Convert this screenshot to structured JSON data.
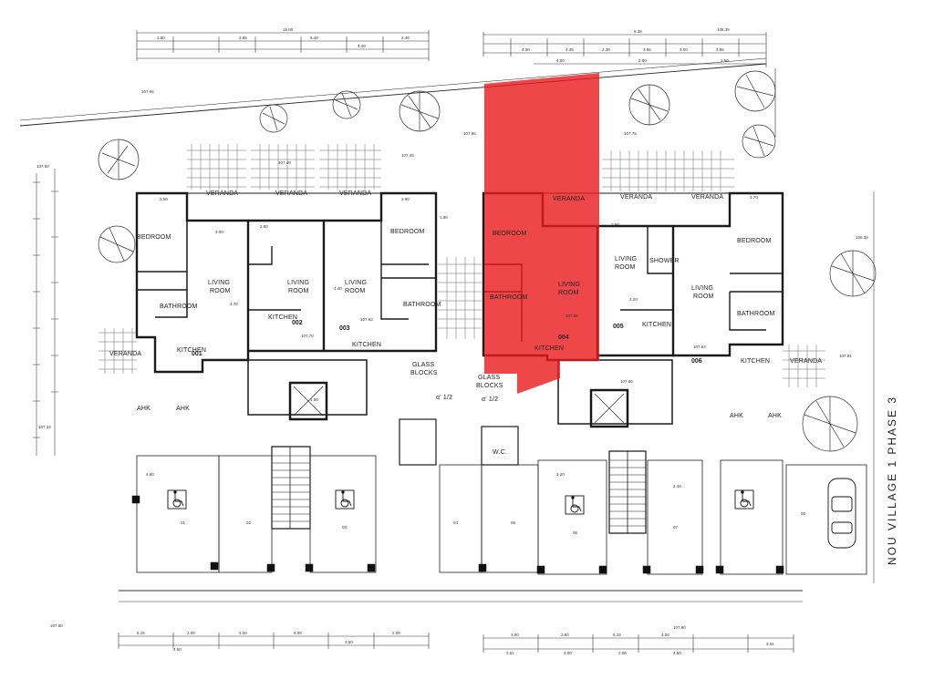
{
  "colors": {
    "highlight": "#e8191d",
    "wall": "#1a1a1a",
    "grid": "#444444",
    "paper": "#ffffff"
  },
  "labels": {
    "bedroom_a": "BEDROOM",
    "bedroom_b": "BEDROOM",
    "bedroom_c": "BEDROOM",
    "bedroom_d": "BEDROOM",
    "living_a": "LIVING",
    "room_a": "ROOM",
    "living_b": "LIVING",
    "room_b": "ROOM",
    "living_c": "LIVING",
    "room_c": "ROOM",
    "living_d": "LIVING",
    "room_d": "ROOM",
    "living_e": "LIVING",
    "room_e": "ROOM",
    "living_f": "LIVING",
    "room_f": "ROOM",
    "kitchen_a": "KITCHEN",
    "kitchen_b": "KITCHEN",
    "kitchen_c": "KITCHEN",
    "kitchen_d": "KITCHEN",
    "kitchen_e": "KITCHEN",
    "kitchen_f": "KITCHEN",
    "bathroom_a": "BATHROOM",
    "bathroom_b": "BATHROOM",
    "bathroom_c": "BATHROOM",
    "bathroom_d": "BATHROOM",
    "veranda_a": "VERANDA",
    "veranda_b": "VERANDA",
    "veranda_c": "VERANDA",
    "veranda_d": "VERANDA",
    "veranda_e": "VERANDA",
    "veranda_f": "VERANDA",
    "veranda_g": "VERANDA",
    "veranda_h": "VERANDA",
    "glass_1": "GLASS",
    "blocks_1": "BLOCKS",
    "glass_2": "GLASS",
    "blocks_2": "BLOCKS",
    "wc": "W.C.",
    "shower": "SHOWER",
    "ahk_1": "AHK",
    "ahk_2": "AHK",
    "ahk_3": "AHK",
    "ahk_4": "AHK",
    "phase": "NOU VILLAGE 1    PHASE 3",
    "stair_level_1": "α' 1/2",
    "stair_level_2": "α' 1/2"
  },
  "unit_numbers": [
    "001",
    "002",
    "003",
    "004",
    "005",
    "006"
  ],
  "parking_numbers": [
    "01",
    "02",
    "03",
    "04",
    "05",
    "06",
    "07",
    "08"
  ],
  "levels": {
    "l1": "107.65",
    "l2": "107.50",
    "l3": "107.40",
    "l4": "107.45",
    "l5": "107.63",
    "l6": "107.66",
    "l7": "107.70",
    "l8": "107.80",
    "l9": "107.91",
    "l10": "107.56",
    "l11": "107.33",
    "l12": "107.60",
    "l13": "108.33",
    "l14": "107.95",
    "l15": "107.75",
    "l16": "107.63"
  },
  "dimensions": {
    "top": [
      "15.00",
      "3.80",
      "3.85",
      "6.40",
      "4.40",
      "2.40",
      "6.38",
      "108.35",
      "4.00",
      "4.45",
      "2.30",
      "3.65",
      "3.00",
      "2.85",
      "4.00",
      "2.80",
      "2.50"
    ],
    "bottom": [
      "6.15",
      "2.00",
      "4.50",
      "4.00",
      "4.50",
      "2.00",
      "4.50",
      "3.00",
      "2.60",
      "6.15",
      "4.00",
      "3.61",
      "4.00",
      "2.00",
      "4.50",
      "3.61"
    ],
    "rooms": [
      "3.50",
      "3.00",
      "2.80",
      "4.70",
      "4.40",
      "3.90",
      "1.80",
      "1.50",
      "2.90",
      "4.20",
      "3.70",
      "4.80",
      "3.20",
      "2.40"
    ]
  }
}
